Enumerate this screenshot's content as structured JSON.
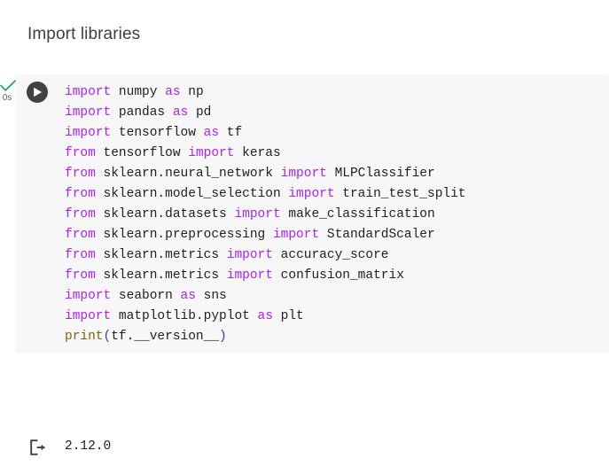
{
  "notebook": {
    "section_heading": "Import libraries",
    "cell": {
      "status_icon": "check-icon",
      "elapsed": "0s",
      "run_icon": "play-icon",
      "code_lines": [
        [
          {
            "t": "import",
            "c": "kw"
          },
          {
            "t": " numpy ",
            "c": "id"
          },
          {
            "t": "as",
            "c": "kw"
          },
          {
            "t": " np",
            "c": "id"
          }
        ],
        [
          {
            "t": "import",
            "c": "kw"
          },
          {
            "t": " pandas ",
            "c": "id"
          },
          {
            "t": "as",
            "c": "kw"
          },
          {
            "t": " pd",
            "c": "id"
          }
        ],
        [
          {
            "t": "import",
            "c": "kw"
          },
          {
            "t": " tensorflow ",
            "c": "id"
          },
          {
            "t": "as",
            "c": "kw"
          },
          {
            "t": " tf",
            "c": "id"
          }
        ],
        [
          {
            "t": "from",
            "c": "kw"
          },
          {
            "t": " tensorflow ",
            "c": "id"
          },
          {
            "t": "import",
            "c": "kw"
          },
          {
            "t": " keras",
            "c": "id"
          }
        ],
        [
          {
            "t": "from",
            "c": "kw"
          },
          {
            "t": " sklearn.neural_network ",
            "c": "id"
          },
          {
            "t": "import",
            "c": "kw"
          },
          {
            "t": " MLPClassifier",
            "c": "id"
          }
        ],
        [
          {
            "t": "from",
            "c": "kw"
          },
          {
            "t": " sklearn.model_selection ",
            "c": "id"
          },
          {
            "t": "import",
            "c": "kw"
          },
          {
            "t": " train_test_split",
            "c": "id"
          }
        ],
        [
          {
            "t": "from",
            "c": "kw"
          },
          {
            "t": " sklearn.datasets ",
            "c": "id"
          },
          {
            "t": "import",
            "c": "kw"
          },
          {
            "t": " make_classification",
            "c": "id"
          }
        ],
        [
          {
            "t": "from",
            "c": "kw"
          },
          {
            "t": " sklearn.preprocessing ",
            "c": "id"
          },
          {
            "t": "import",
            "c": "kw"
          },
          {
            "t": " StandardScaler",
            "c": "id"
          }
        ],
        [
          {
            "t": "from",
            "c": "kw"
          },
          {
            "t": " sklearn.metrics ",
            "c": "id"
          },
          {
            "t": "import",
            "c": "kw"
          },
          {
            "t": " accuracy_score",
            "c": "id"
          }
        ],
        [
          {
            "t": "from",
            "c": "kw"
          },
          {
            "t": " sklearn.metrics ",
            "c": "id"
          },
          {
            "t": "import",
            "c": "kw"
          },
          {
            "t": " confusion_matrix",
            "c": "id"
          }
        ],
        [
          {
            "t": "import",
            "c": "kw"
          },
          {
            "t": " seaborn ",
            "c": "id"
          },
          {
            "t": "as",
            "c": "kw"
          },
          {
            "t": " sns",
            "c": "id"
          }
        ],
        [
          {
            "t": "import",
            "c": "kw"
          },
          {
            "t": " matplotlib.pyplot ",
            "c": "id"
          },
          {
            "t": "as",
            "c": "kw"
          },
          {
            "t": " plt",
            "c": "id"
          }
        ],
        [
          {
            "t": "print",
            "c": "fn"
          },
          {
            "t": "(",
            "c": "pn"
          },
          {
            "t": "tf.__version__",
            "c": "id"
          },
          {
            "t": ")",
            "c": "pn"
          }
        ]
      ],
      "output": {
        "icon": "output-stream-icon",
        "text": "2.12.0"
      }
    }
  },
  "colors": {
    "keyword": "#aa22ff",
    "identifier": "#202124",
    "builtin_function": "#7d6608",
    "punctuation": "#2f3bd4",
    "cell_background": "#f7f7f7",
    "run_button": "#424242",
    "status_check": "#0f9d58",
    "heading_text": "#3c4043"
  }
}
